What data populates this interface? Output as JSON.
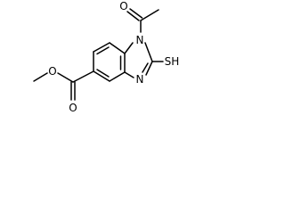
{
  "structure": {
    "atom_labels": {
      "n1": "N",
      "n3": "N",
      "sh": "SH",
      "o_acetyl": "O",
      "o_carbonyl": "O",
      "o_ester": "O"
    },
    "colors": {
      "bond": "#000000",
      "label": "#000000",
      "background": "#ffffff"
    }
  }
}
